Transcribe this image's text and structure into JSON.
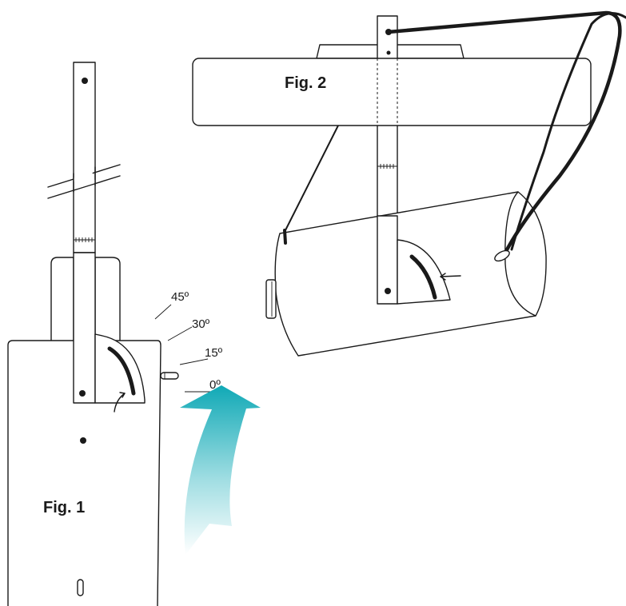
{
  "figures": [
    {
      "label": "Fig. 1"
    },
    {
      "label": "Fig. 2"
    }
  ],
  "angle_scale": [
    "45º",
    "30º",
    "15º",
    "0º"
  ],
  "colors": {
    "line": "#1a1a1a",
    "arrow_top": "#10a9b6",
    "arrow_bottom": "#ffffff"
  }
}
